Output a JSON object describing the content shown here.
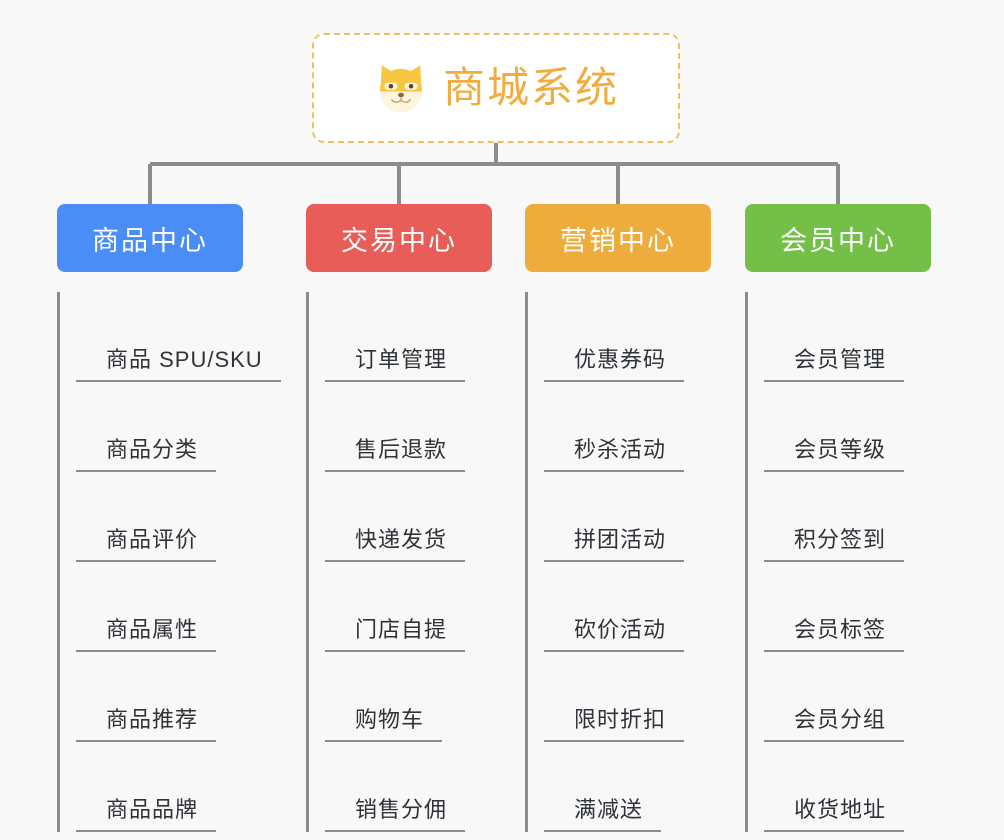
{
  "page": {
    "background_color": "#f8f8f8",
    "title": "商城系统"
  },
  "root": {
    "label": "商城系统",
    "icon": "shiba-dog-icon",
    "text_color": "#f0ad3e",
    "border_color": "#f0c060",
    "background_color": "#ffffff"
  },
  "connector": {
    "color": "#8c8c8c"
  },
  "columns": [
    {
      "label": "商品中心",
      "color": "#4a8df6",
      "items": [
        "商品 SPU/SKU",
        "商品分类",
        "商品评价",
        "商品属性",
        "商品推荐",
        "商品品牌"
      ]
    },
    {
      "label": "交易中心",
      "color": "#e85d58",
      "items": [
        "订单管理",
        "售后退款",
        "快递发货",
        "门店自提",
        "购物车",
        "销售分佣"
      ]
    },
    {
      "label": "营销中心",
      "color": "#eeac3c",
      "items": [
        "优惠券码",
        "秒杀活动",
        "拼团活动",
        "砍价活动",
        "限时折扣",
        "满减送"
      ]
    },
    {
      "label": "会员中心",
      "color": "#74bf48",
      "items": [
        "会员管理",
        "会员等级",
        "积分签到",
        "会员标签",
        "会员分组",
        "收货地址"
      ]
    }
  ]
}
